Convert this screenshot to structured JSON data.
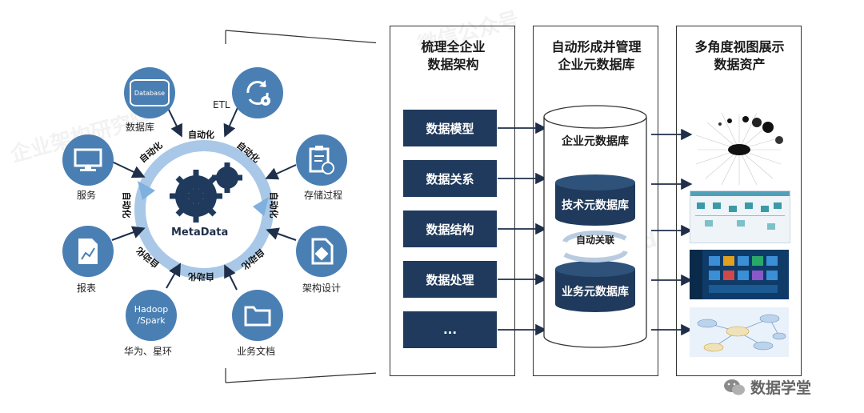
{
  "sources": {
    "database_label": "数据库",
    "database_icon_text": "Database",
    "etl_label": "ETL",
    "service_label": "服务",
    "stored_proc_label": "存储过程",
    "report_label": "报表",
    "arch_label": "架构设计",
    "hadoop_icon_text_1": "Hadoop",
    "hadoop_icon_text_2": "/Spark",
    "hadoop_label": "华为、星环",
    "docs_label": "业务文档"
  },
  "center": {
    "title": "MetaData",
    "auto": "自动化"
  },
  "col1": {
    "title_line1": "梳理全企业",
    "title_line2": "数据架构",
    "items": [
      "数据模型",
      "数据关系",
      "数据结构",
      "数据处理",
      "..."
    ]
  },
  "col2": {
    "title_line1": "自动形成并管理",
    "title_line2": "企业元数据库",
    "cylinder_label": "企业元数据库",
    "tech_db": "技术元数据库",
    "link_label": "自动关联",
    "biz_db": "业务元数据库"
  },
  "col3": {
    "title_line1": "多角度视图展示",
    "title_line2": "数据资产"
  },
  "brand": {
    "name": "数据学堂"
  },
  "colors": {
    "navy": "#1f3a5c",
    "icon_blue": "#4a7fb3",
    "arrow_light": "#a9c8e8"
  }
}
